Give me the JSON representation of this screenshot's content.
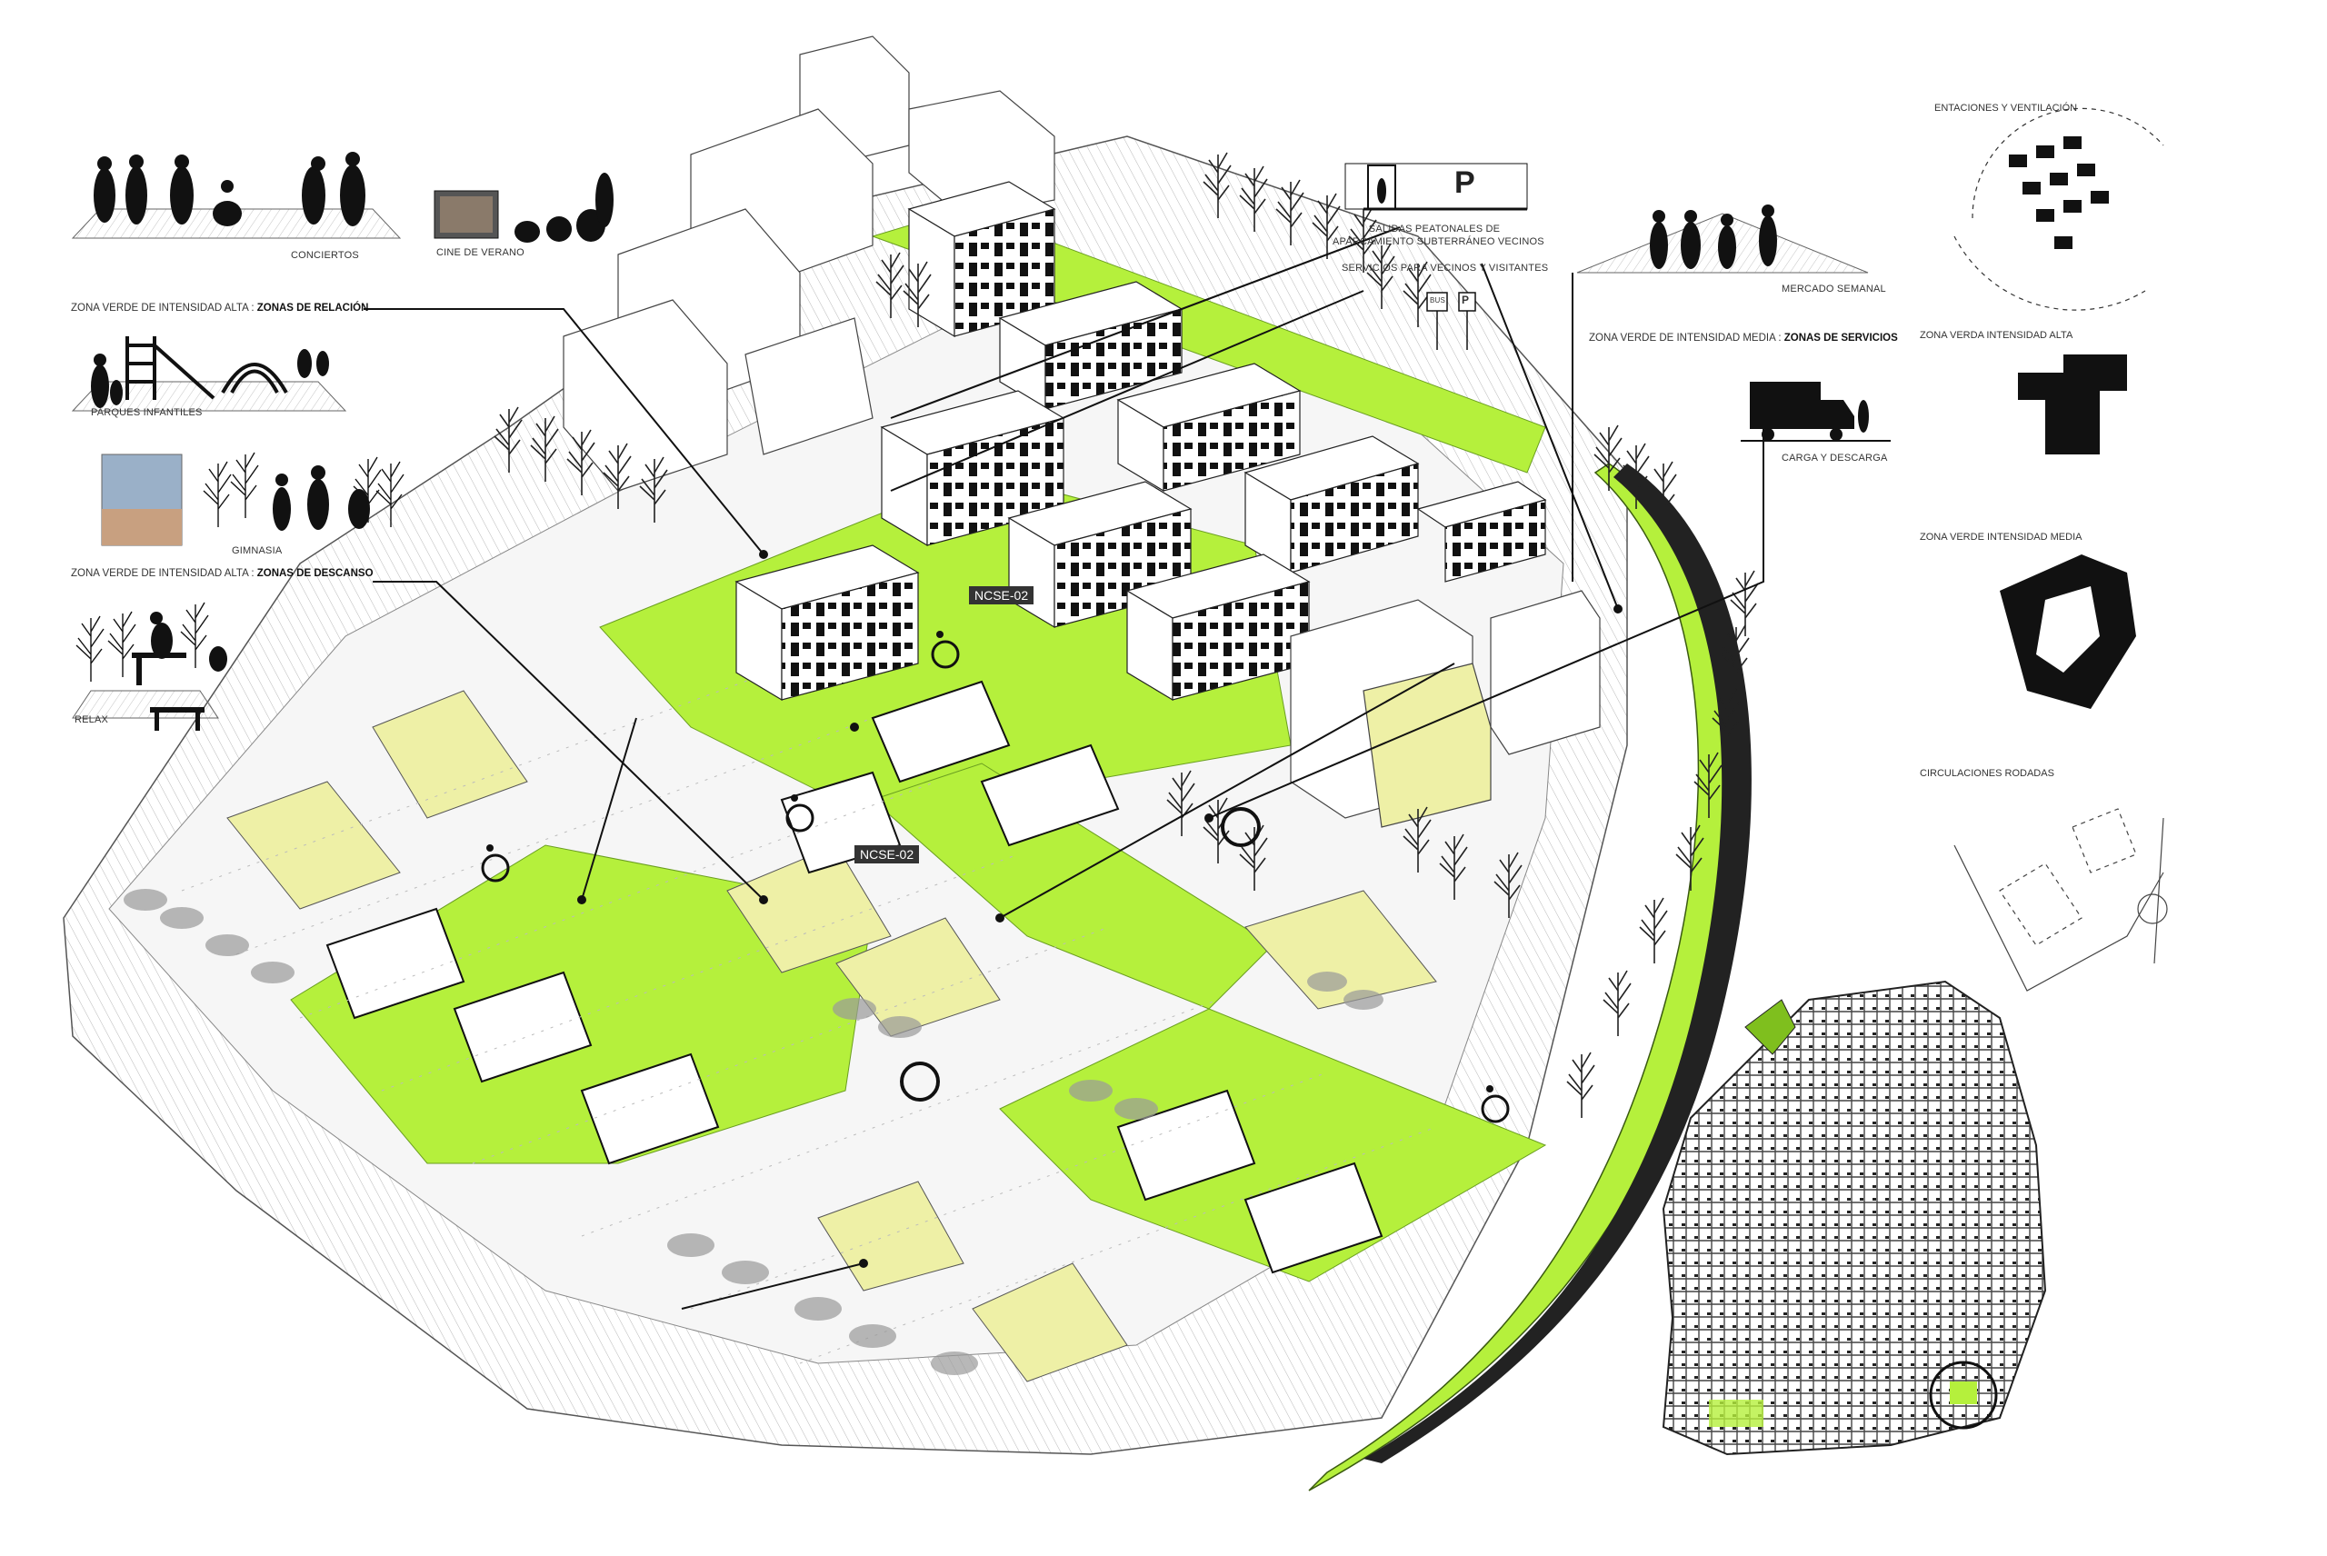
{
  "legend_left": {
    "concerts": "CONCIERTOS",
    "summer_cinema": "CINE DE VERANO",
    "high_green_relation_prefix": "ZONA VERDE DE INTENSIDAD ALTA : ",
    "high_green_relation_strong": "ZONAS DE RELACIÓN",
    "playgrounds": "PARQUES INFANTILES",
    "gym": "GIMNASIA",
    "high_green_rest_prefix": "ZONA VERDE DE INTENSIDAD ALTA : ",
    "high_green_rest_strong": "ZONAS DE DESCANSO",
    "relax": "RELAX"
  },
  "legend_top": {
    "parking_letter": "P",
    "parking_line1": "SALIDAS PEATONALES DE",
    "parking_line2": "APARCAMIENTO SUBTERRÁNEO VECINOS",
    "services": "SERVICIOS PARA VECINOS Y VISITANTES",
    "bus": "BUS",
    "parking_sign": "P"
  },
  "legend_right": {
    "market": "MERCADO SEMANAL",
    "medium_green_prefix": "ZONA VERDE DE INTENSIDAD MEDIA : ",
    "medium_green_strong": "ZONAS DE SERVICIOS",
    "loading": "CARGA Y DESCARGA"
  },
  "tags": {
    "tag_a": "NCSE-02",
    "tag_b": "NCSE-02"
  },
  "diagrams": {
    "d1": "ENTACIONES Y VENTILACIÓN",
    "d2": "ZONA VERDA INTENSIDAD ALTA",
    "d3": "ZONA VERDE INTENSIDAD MEDIA",
    "d4": "CIRCULACIONES RODADAS"
  },
  "colors": {
    "green": "#b5f03c",
    "green_dark": "#7fbf1e",
    "yellow": "#eef0a6",
    "building_dark": "#111111"
  }
}
